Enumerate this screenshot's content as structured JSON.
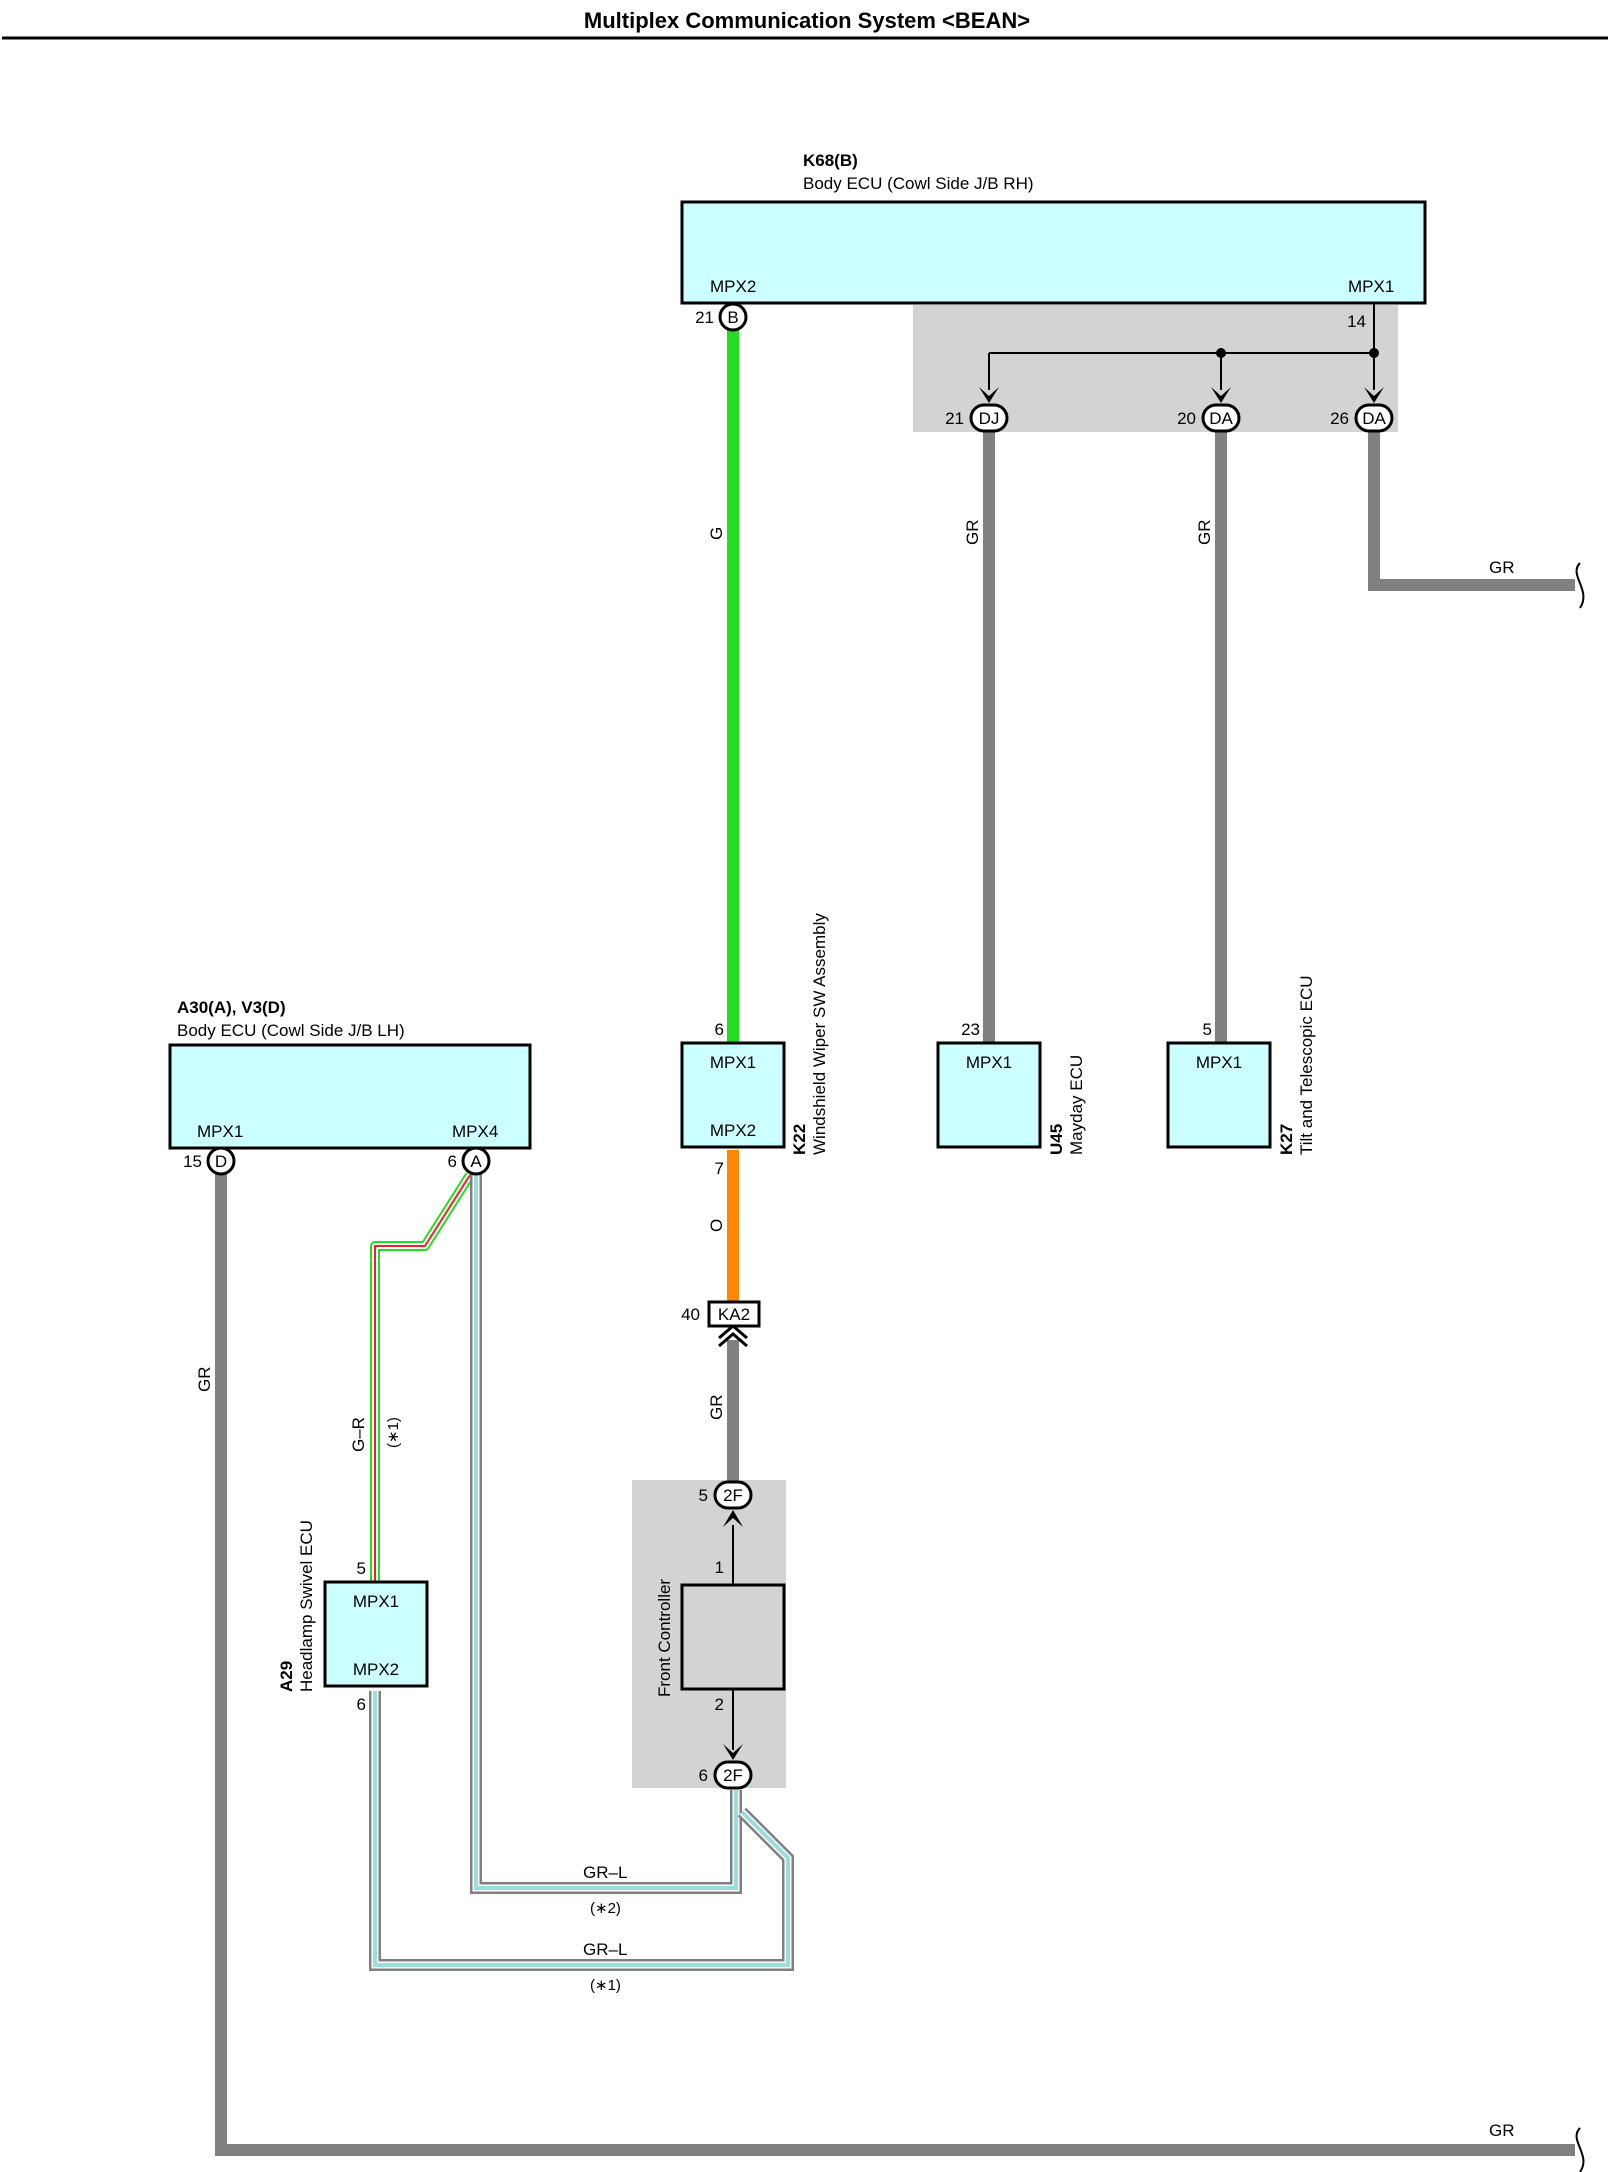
{
  "title": "Multiplex Communication System <BEAN>",
  "colors": {
    "ecu_fill": "#ccffff",
    "junction_fill": "#d3d3d3",
    "wire_gray": "#808080",
    "wire_green": "#22dd22",
    "wire_orange": "#ff8800",
    "wire_red": "#ee2222",
    "wire_light_blue": "#99dddd"
  },
  "components": {
    "k68": {
      "code": "K68(B)",
      "name": "Body ECU (Cowl Side J/B RH)",
      "port_left": "MPX2",
      "port_right": "MPX1"
    },
    "a30": {
      "code": "A30(A), V3(D)",
      "name": "Body ECU (Cowl Side J/B LH)",
      "port_left": "MPX1",
      "port_right": "MPX4"
    },
    "k22": {
      "code": "K22",
      "name": "Windshield Wiper SW Assembly",
      "port_top": "MPX1",
      "port_bottom": "MPX2"
    },
    "u45": {
      "code": "U45",
      "name": "Mayday ECU",
      "port": "MPX1"
    },
    "k27": {
      "code": "K27",
      "name": "Tilt and Telescopic ECU",
      "port": "MPX1"
    },
    "a29": {
      "code": "A29",
      "name": "Headlamp Swivel ECU",
      "port_top": "MPX1",
      "port_bottom": "MPX2"
    },
    "front": {
      "name": "Front Controller"
    }
  },
  "connectors": {
    "k68_b": {
      "pin": "21",
      "label": "B"
    },
    "k68_mpx1": {
      "pin": "14"
    },
    "dj": {
      "pin": "21",
      "label": "DJ"
    },
    "da1": {
      "pin": "20",
      "label": "DA"
    },
    "da2": {
      "pin": "26",
      "label": "DA"
    },
    "a30_d": {
      "pin": "15",
      "label": "D"
    },
    "a30_a": {
      "pin": "6",
      "label": "A"
    },
    "k22_top": {
      "pin": "6"
    },
    "k22_bottom": {
      "pin": "7"
    },
    "u45_pin": {
      "pin": "23"
    },
    "k27_pin": {
      "pin": "5"
    },
    "ka2": {
      "pin": "40",
      "label": "KA2"
    },
    "f2_top": {
      "pin": "5",
      "label": "2F"
    },
    "f2_bottom": {
      "pin": "6",
      "label": "2F"
    },
    "fc_1": {
      "pin": "1"
    },
    "fc_2": {
      "pin": "2"
    },
    "a29_top": {
      "pin": "5"
    },
    "a29_bottom": {
      "pin": "6"
    }
  },
  "wires": {
    "k22_g": "G",
    "dj_gr": "GR",
    "da1_gr": "GR",
    "da2_gr": "GR",
    "k22_o": "O",
    "ka2_gr": "GR",
    "a30_gr": "GR",
    "bottom_gr": "GR",
    "gr_note": "G–R",
    "gr_note_star": "(∗1)",
    "grl_1": "GR–L",
    "grl_1_star": "(∗2)",
    "grl_2": "GR–L",
    "grl_2_star": "(∗1)"
  }
}
